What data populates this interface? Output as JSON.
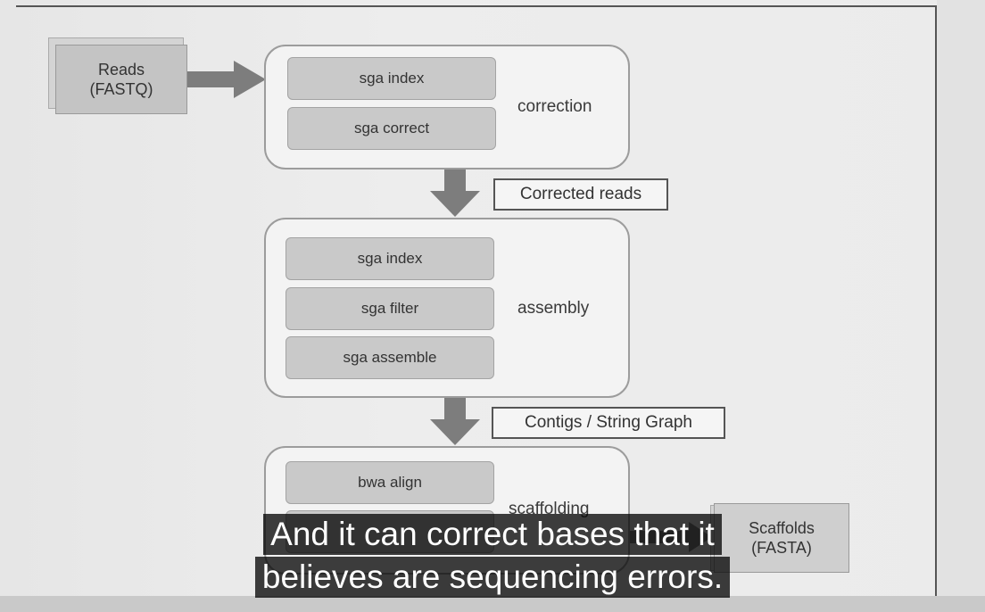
{
  "diagram": {
    "input_doc": {
      "line1": "Reads",
      "line2": "(FASTQ)"
    },
    "output_doc": {
      "line1": "Scaffolds",
      "line2": "(FASTA)"
    },
    "stages": [
      {
        "label": "correction",
        "steps": [
          "sga index",
          "sga correct"
        ]
      },
      {
        "label": "assembly",
        "steps": [
          "sga index",
          "sga filter",
          "sga assemble"
        ]
      },
      {
        "label": "scaffolding",
        "steps": [
          "bwa align",
          ""
        ]
      }
    ],
    "flow_labels": [
      "Corrected reads",
      "Contigs / String Graph"
    ]
  },
  "subtitles": {
    "line1": "And it can correct bases that it",
    "line2": "believes are sequencing errors."
  },
  "colors": {
    "step_fill": "#c9c9c9",
    "arrow_fill": "#7d7d7d",
    "caption_bg": "#080808"
  }
}
